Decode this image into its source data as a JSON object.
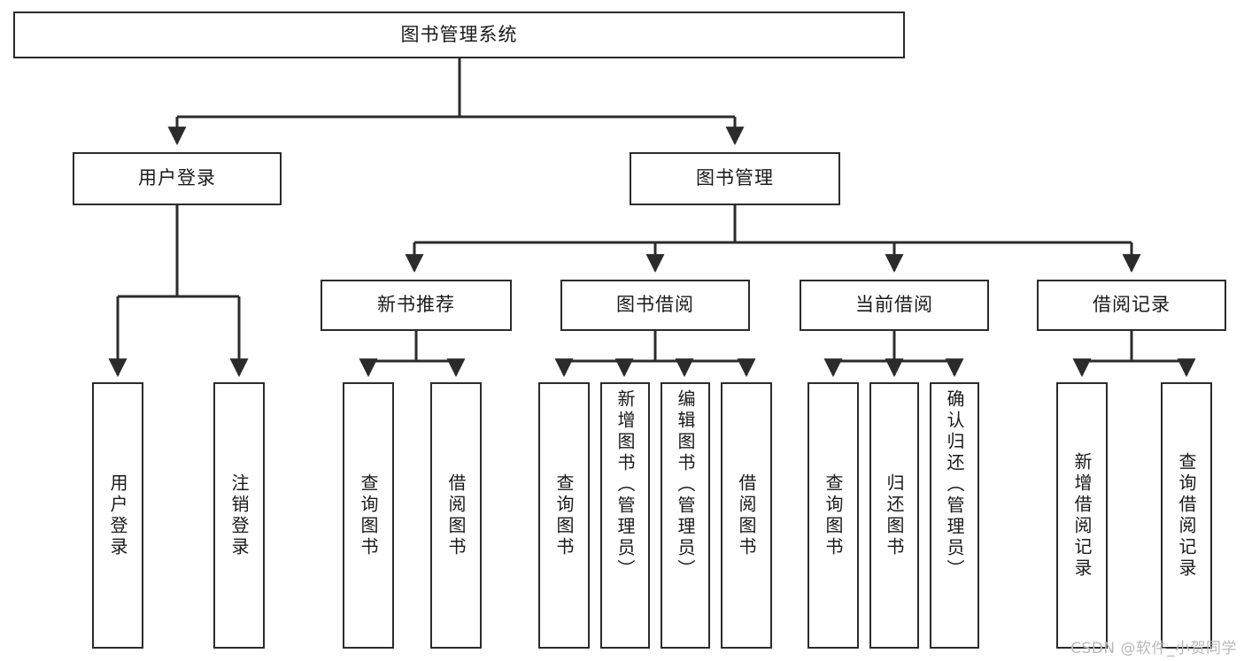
{
  "diagram": {
    "title": "图书管理系统",
    "type": "tree-hierarchy-diagram",
    "colors": {
      "stroke": "#2b2b2b",
      "fill": "#ffffff",
      "text": "#1a1a1a",
      "watermark": "#b9b9b9"
    },
    "watermark": "CSDN @软件_小贺同学"
  },
  "nodes": {
    "root": {
      "label": "图书管理系统"
    },
    "level2": [
      {
        "label": "用户登录"
      },
      {
        "label": "图书管理"
      }
    ],
    "level3": [
      {
        "label": "新书推荐"
      },
      {
        "label": "图书借阅"
      },
      {
        "label": "当前借阅"
      },
      {
        "label": "借阅记录"
      }
    ],
    "leaves": [
      {
        "label": "用户登录",
        "parent": "用户登录"
      },
      {
        "label": "注销登录",
        "parent": "用户登录"
      },
      {
        "label": "查询图书",
        "parent": "新书推荐"
      },
      {
        "label": "借阅图书",
        "parent": "新书推荐"
      },
      {
        "label": "查询图书",
        "parent": "图书借阅"
      },
      {
        "label": "新增图书（管理员）",
        "parent": "图书借阅"
      },
      {
        "label": "编辑图书（管理员）",
        "parent": "图书借阅"
      },
      {
        "label": "借阅图书",
        "parent": "图书借阅"
      },
      {
        "label": "查询图书",
        "parent": "当前借阅"
      },
      {
        "label": "归还图书",
        "parent": "当前借阅"
      },
      {
        "label": "确认归还（管理员）",
        "parent": "当前借阅"
      },
      {
        "label": "新增借阅记录",
        "parent": "借阅记录"
      },
      {
        "label": "查询借阅记录",
        "parent": "借阅记录"
      }
    ]
  }
}
